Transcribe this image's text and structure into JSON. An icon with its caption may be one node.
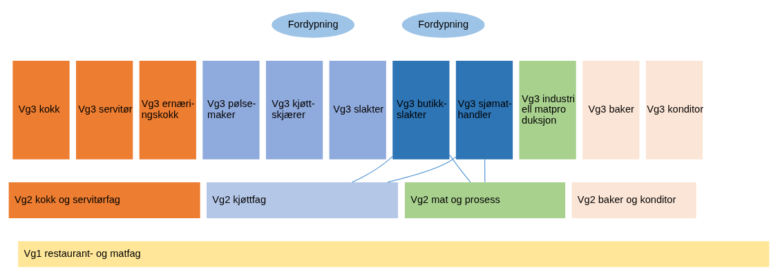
{
  "diagram": {
    "nodes": [
      {
        "text": [
          "Fordypning"
        ]
      },
      {
        "text": [
          "Fordypning"
        ]
      },
      {
        "text": [
          "Vg3 kokk"
        ]
      },
      {
        "text": [
          "Vg3 servitør"
        ]
      },
      {
        "text": [
          "Vg3 ernæri- ngskokk"
        ]
      },
      {
        "text": [
          "Vg3 pølse- maker"
        ]
      },
      {
        "text": [
          "Vg3 kjøtt- skjærer"
        ]
      },
      {
        "text": [
          "Vg3 slakter"
        ]
      },
      {
        "text": [
          "Vg3 butikk- slakter"
        ]
      },
      {
        "text": [
          "Vg3 sjømat- handler"
        ]
      },
      {
        "text": [
          "Vg3 industri ell matpro duksjon"
        ]
      },
      {
        "text": [
          "Vg3 baker"
        ]
      },
      {
        "text": [
          "Vg3 konditor"
        ]
      },
      {
        "text": [
          "Vg2 kokk og servitørfag"
        ]
      },
      {
        "text": [
          "Vg2 kjøttfag"
        ]
      },
      {
        "text": [
          "Vg2 mat og prosess"
        ]
      },
      {
        "text": [
          "Vg2 baker og konditor"
        ]
      },
      {
        "text": [
          "Vg1 restaurant- og matfag"
        ]
      }
    ],
    "edges": [
      {
        "from": 14,
        "to": 8,
        "arrow": "none"
      },
      {
        "from": 14,
        "to": 9,
        "arrow": "none"
      },
      {
        "from": 15,
        "to": 8,
        "arrow": "none"
      },
      {
        "from": 15,
        "to": 9,
        "arrow": "none"
      }
    ]
  }
}
